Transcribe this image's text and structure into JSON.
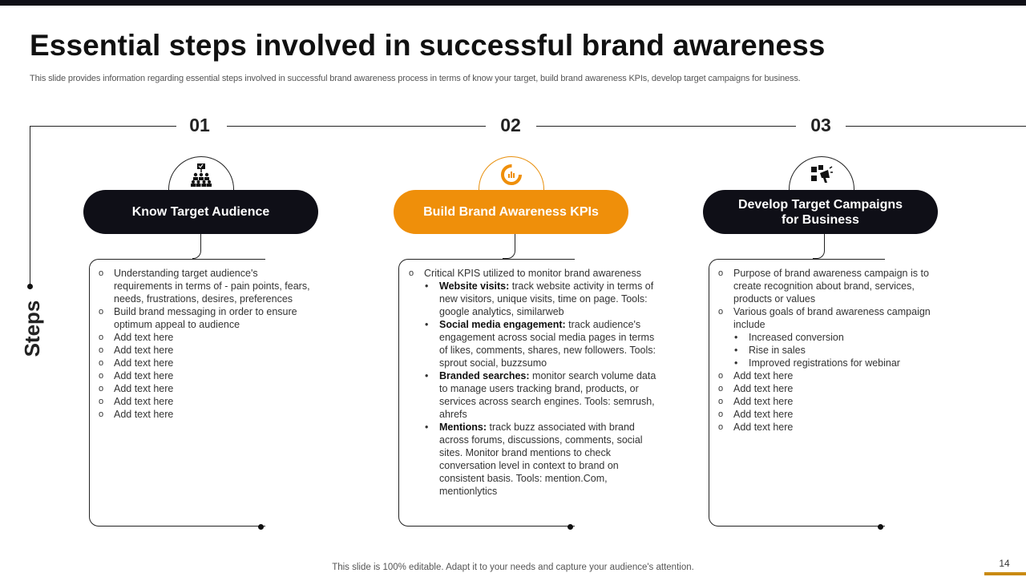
{
  "title": "Essential steps involved in successful brand awareness",
  "subtitle": "This slide provides information regarding essential steps involved in successful brand awareness process in terms of know your target,  build brand awareness KPIs, develop target campaigns for business.",
  "side_label": "Steps",
  "colors": {
    "dark": "#0f0f17",
    "accent": "#ef8f0a"
  },
  "steps": [
    {
      "number": "01",
      "icon": "hierarchy-icon",
      "heading": "Know Target Audience",
      "items": [
        {
          "level": 1,
          "text": "Understanding target audience's requirements in terms of - pain points, fears, needs, frustrations, desires, preferences"
        },
        {
          "level": 1,
          "text": "Build brand messaging in order to ensure optimum appeal to audience"
        },
        {
          "level": 1,
          "text": "Add text here"
        },
        {
          "level": 1,
          "text": "Add text here"
        },
        {
          "level": 1,
          "text": "Add text here"
        },
        {
          "level": 1,
          "text": "Add text here"
        },
        {
          "level": 1,
          "text": "Add text here"
        },
        {
          "level": 1,
          "text": "Add text here"
        },
        {
          "level": 1,
          "text": "Add text here"
        }
      ]
    },
    {
      "number": "02",
      "icon": "gauge-chart-icon",
      "heading": "Build Brand Awareness KPIs",
      "items": [
        {
          "level": 1,
          "text": "Critical KPIS utilized to monitor brand awareness"
        },
        {
          "level": 2,
          "bold": "Website visits:",
          "text": " track website activity in terms of new visitors, unique visits, time on page. Tools: google analytics, similarweb"
        },
        {
          "level": 2,
          "bold": "Social media engagement:",
          "text": " track audience's engagement across social media pages in terms of likes, comments, shares, new followers. Tools: sprout social, buzzsumo"
        },
        {
          "level": 2,
          "bold": "Branded searches:",
          "text": " monitor search volume data to manage users tracking brand, products, or services across search engines. Tools: semrush, ahrefs"
        },
        {
          "level": 2,
          "bold": "Mentions:",
          "text": " track buzz associated with brand across forums, discussions, comments, social sites. Monitor brand mentions to check conversation  level  in context to brand on consistent basis. Tools: mention.Com,  mentionlytics"
        }
      ]
    },
    {
      "number": "03",
      "icon": "megaphone-icon",
      "heading": "Develop Target Campaigns\nfor Business",
      "items": [
        {
          "level": 1,
          "text": "Purpose of brand awareness campaign is to create recognition  about brand, services, products or values"
        },
        {
          "level": 1,
          "text": "Various goals of brand awareness campaign include"
        },
        {
          "level": 2,
          "text": "Increased conversion"
        },
        {
          "level": 2,
          "text": "Rise in sales"
        },
        {
          "level": 2,
          "text": "Improved  registrations for webinar"
        },
        {
          "level": 1,
          "text": "Add text here"
        },
        {
          "level": 1,
          "text": "Add text here"
        },
        {
          "level": 1,
          "text": "Add text here"
        },
        {
          "level": 1,
          "text": "Add text here"
        },
        {
          "level": 1,
          "text": "Add text here"
        }
      ]
    }
  ],
  "footer_note": "This slide is 100% editable. Adapt it to your needs and capture your audience's attention.",
  "page_number": "14"
}
